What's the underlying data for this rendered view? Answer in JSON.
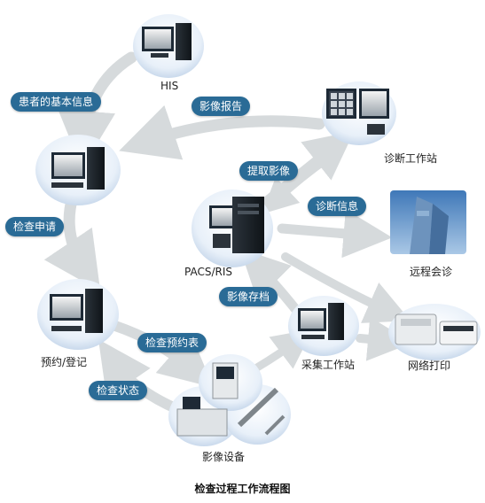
{
  "nodes": {
    "his": "HIS",
    "diagnosis_workstation": "诊断工作站",
    "pacs_ris": "PACS/RIS",
    "remote_consultation": "远程会诊",
    "booking_registration": "预约/登记",
    "acquisition_workstation": "采集工作站",
    "network_print": "网络打印",
    "imaging_equipment": "影像设备"
  },
  "flows": {
    "patient_basic_info": "患者的基本信息",
    "image_report": "影像报告",
    "retrieve_images": "提取影像",
    "diagnosis_info": "诊断信息",
    "exam_request": "检查申请",
    "image_archive": "影像存档",
    "exam_schedule": "检查预约表",
    "exam_status": "检查状态"
  },
  "caption": "检查过程工作流程图",
  "colors": {
    "pill": "#2a6b96",
    "arrow": "#d6dadc",
    "bubble": "#dfeaf6",
    "monitor": "#1e2a36"
  }
}
